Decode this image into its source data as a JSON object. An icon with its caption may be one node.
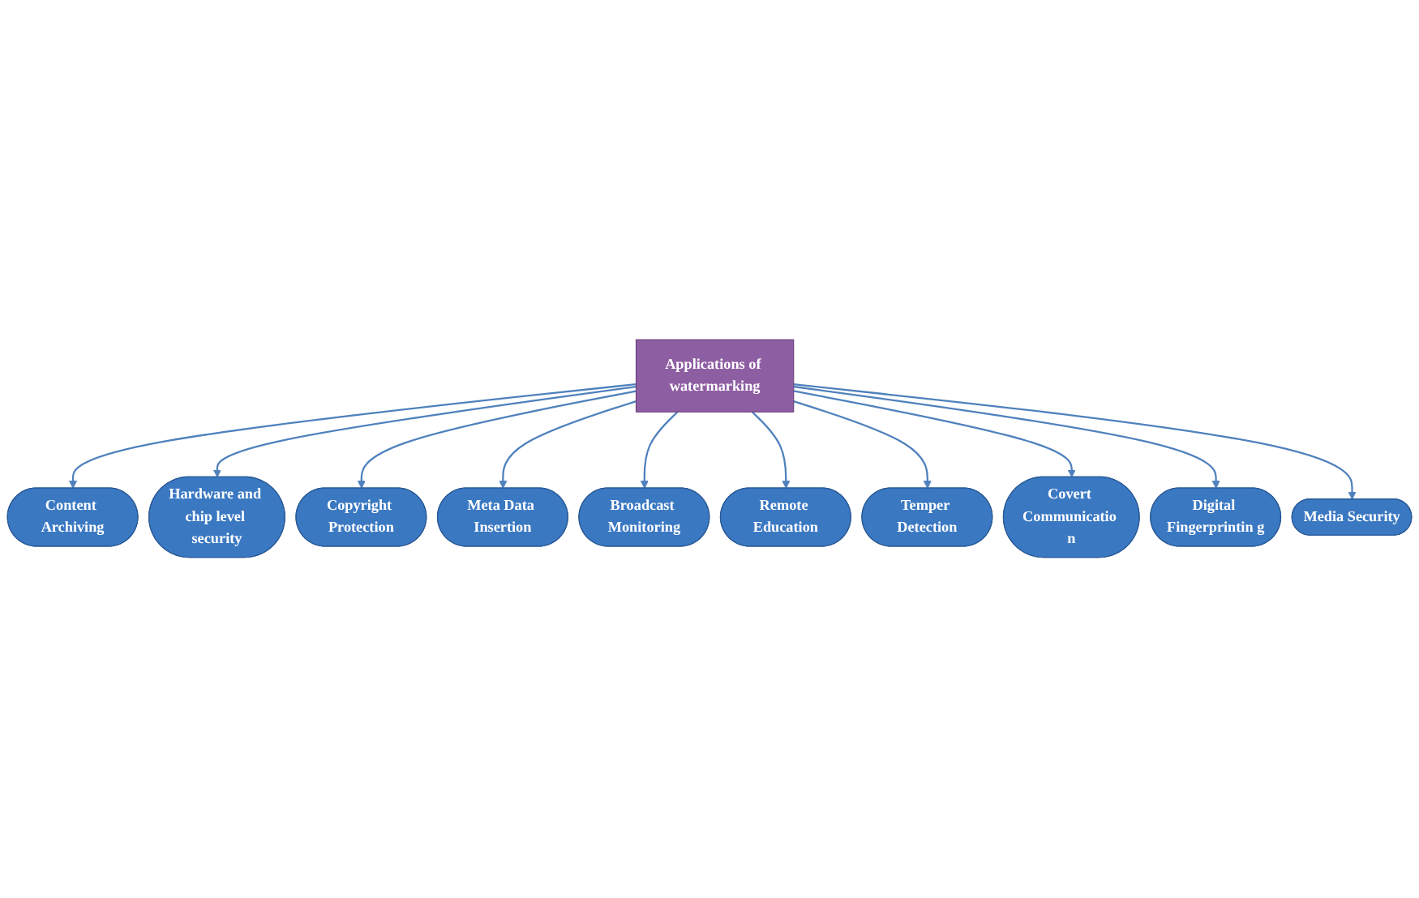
{
  "diagram": {
    "nodes": [
      {
        "text": [
          "Applications of watermarking"
        ]
      },
      {
        "text": [
          "Content Archiving"
        ]
      },
      {
        "text": [
          "Hardware and chip level security"
        ]
      },
      {
        "text": [
          "Copyright Protection"
        ]
      },
      {
        "text": [
          "Meta Data Insertion"
        ]
      },
      {
        "text": [
          "Broadcast Monitoring"
        ]
      },
      {
        "text": [
          "Remote Education"
        ]
      },
      {
        "text": [
          "Temper Detection"
        ]
      },
      {
        "text": [
          "Covert Communicatio n"
        ]
      },
      {
        "text": [
          "Digital Fingerprintin g"
        ]
      },
      {
        "text": [
          "Media Security"
        ]
      }
    ],
    "edges": [
      {
        "from": 0,
        "to": 1,
        "arrow": "to"
      },
      {
        "from": 0,
        "to": 2,
        "arrow": "to"
      },
      {
        "from": 0,
        "to": 3,
        "arrow": "to"
      },
      {
        "from": 0,
        "to": 4,
        "arrow": "to"
      },
      {
        "from": 0,
        "to": 5,
        "arrow": "to"
      },
      {
        "from": 0,
        "to": 6,
        "arrow": "to"
      },
      {
        "from": 0,
        "to": 7,
        "arrow": "to"
      },
      {
        "from": 0,
        "to": 8,
        "arrow": "to"
      },
      {
        "from": 0,
        "to": 9,
        "arrow": "to"
      },
      {
        "from": 0,
        "to": 10,
        "arrow": "to"
      }
    ]
  }
}
